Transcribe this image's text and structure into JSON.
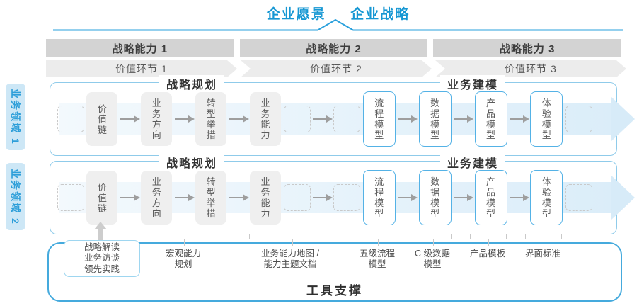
{
  "header": {
    "vision": "企业愿景",
    "strategy": "企业战略"
  },
  "capability_bars": [
    {
      "label": "战略能力 1"
    },
    {
      "label": "战略能力 2"
    },
    {
      "label": "战略能力 3"
    }
  ],
  "value_chain": [
    {
      "label": "价值环节 1"
    },
    {
      "label": "价值环节 2"
    },
    {
      "label": "价值环节 3"
    }
  ],
  "business_domains": [
    {
      "label": "业务领域 1"
    },
    {
      "label": "业务领域 2"
    }
  ],
  "row_sections": {
    "planning": "战略规划",
    "modeling": "业务建模"
  },
  "flow_boxes": [
    {
      "label": "价值链",
      "type": "gray"
    },
    {
      "label": "业务方向",
      "type": "gray"
    },
    {
      "label": "转型举措",
      "type": "gray"
    },
    {
      "label": "业务能力",
      "type": "gray"
    },
    {
      "label": "流程模型",
      "type": "outline"
    },
    {
      "label": "数据模型",
      "type": "outline"
    },
    {
      "label": "产品模型",
      "type": "outline"
    },
    {
      "label": "体验模型",
      "type": "outline"
    }
  ],
  "annotations": {
    "inputs_box": "战略解读\n业务访谈\n领先实践",
    "labels": [
      "宏观能力\n规划",
      "业务能力地图 /\n能力主题文档",
      "五级流程\n模型",
      "C 级数据\n模型",
      "产品模板",
      "界面标准"
    ]
  },
  "footer": {
    "tool_support": "工具支撑"
  },
  "colors": {
    "accent_blue": "#1697D3",
    "row_border": "#8FCBEA",
    "outline_box_border": "#54B2E6",
    "bar_bg": "#D3D3D3",
    "chevron_bg": "#ECECEC",
    "band_arrow": "#D7EBF8",
    "domain_label_bg": "#CDE7F6"
  }
}
